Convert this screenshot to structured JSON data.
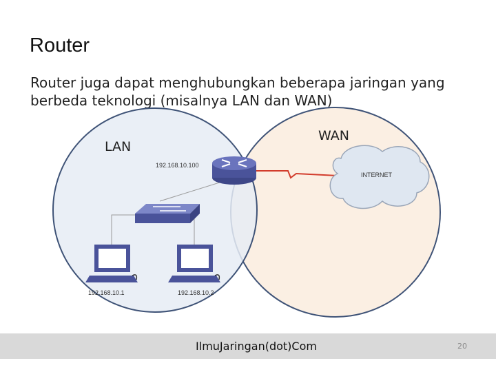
{
  "slide": {
    "title": "Router",
    "body": "Router juga dapat menghubungkan beberapa jaringan yang berbeda teknologi (misalnya LAN dan WAN)"
  },
  "diagram": {
    "lan_label": "LAN",
    "wan_label": "WAN",
    "router_ip": "192.168.10.100",
    "pc1_ip": "192.168.10.1",
    "pc2_ip": "192.168.10.2",
    "cloud_label": "INTERNET"
  },
  "footer": {
    "site": "IlmuJaringan(dot)Com",
    "page_number": "20"
  },
  "colors": {
    "lan_fill": "#e6ecf5",
    "wan_fill": "#fbefe3",
    "circle_stroke": "#3f5377",
    "device_blue": "#5560a8",
    "wan_link": "#d23c2c",
    "cloud_fill": "#dfe7f1",
    "footer_bg": "#d9d9d9"
  }
}
